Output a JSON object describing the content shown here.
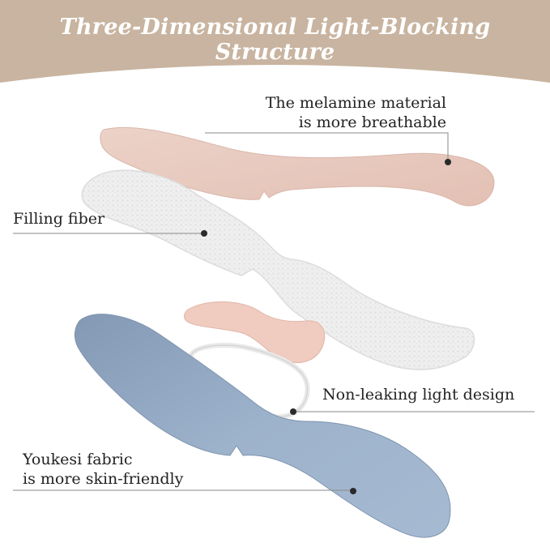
{
  "header": {
    "title": "Three-Dimensional Light-Blocking Structure",
    "band_color": "#c8b4a0"
  },
  "callouts": {
    "melamine": {
      "line1": "The melamine material",
      "line2": "is more breathable"
    },
    "filling": {
      "line1": "Filling fiber"
    },
    "non_leaking": {
      "line1": "Non-leaking light design"
    },
    "youkesi": {
      "line1": "Youkesi fabric",
      "line2": "is more skin-friendly"
    }
  },
  "colors": {
    "melamine_layer": "#e8c9be",
    "filling_layer": "#efefef",
    "blue_layer": "#93a8c2",
    "inner_pad": "#f0cbbf",
    "leader_line": "#8a8a8a"
  }
}
